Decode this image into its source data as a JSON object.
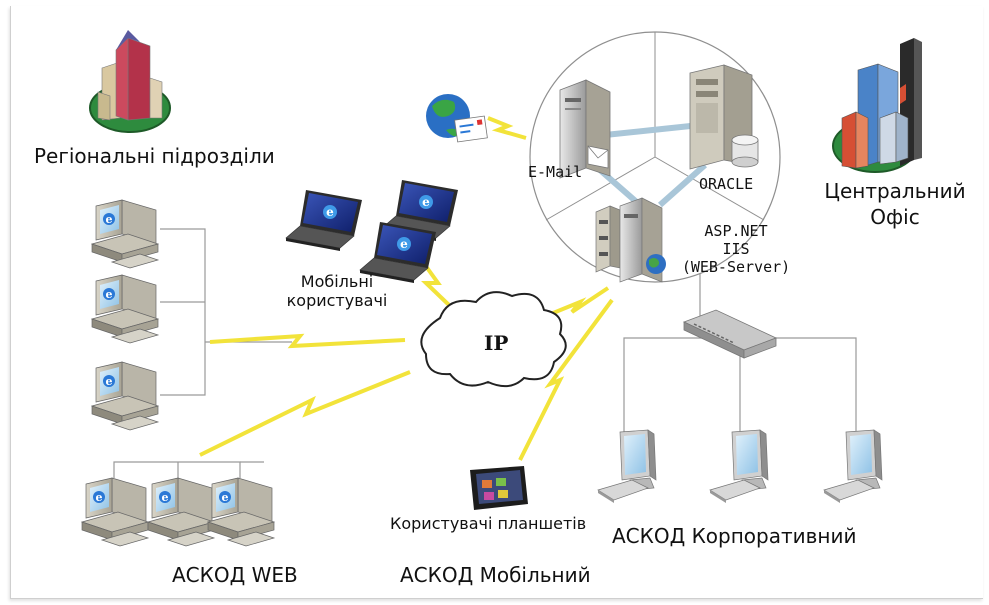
{
  "labels": {
    "regional": "Регіональні підрозділи",
    "central_line1": "Центральний",
    "central_line2": "Офіс",
    "email": "E-Mail",
    "oracle": "ORACLE",
    "web_line1": "ASP.NET",
    "web_line2": "IIS",
    "web_line3": "(WEB-Server)",
    "mobile_line1": "Мобільні",
    "mobile_line2": "користувачі",
    "ip": "IP",
    "tablet_users": "Користувачі планшетів",
    "askod_web": "АСКОД WEB",
    "askod_mobile": "АСКОД Мобільний",
    "askod_corporate": "АСКОД Корпоративний"
  },
  "colors": {
    "lightning": "#f2e33a",
    "lan_line": "#9a9a9a",
    "server_link": "#a9c6d8",
    "ie_blue": "#2a78d6",
    "ground_green": "#2e8b3e"
  },
  "icons": [
    "regional-building-icon",
    "central-office-icon",
    "mail-globe-icon",
    "email-server-icon",
    "oracle-server-icon",
    "web-server-icon",
    "laptop-icon",
    "pc-icon",
    "monitor-icon",
    "network-switch-icon",
    "tablet-icon",
    "ip-cloud-icon"
  ]
}
